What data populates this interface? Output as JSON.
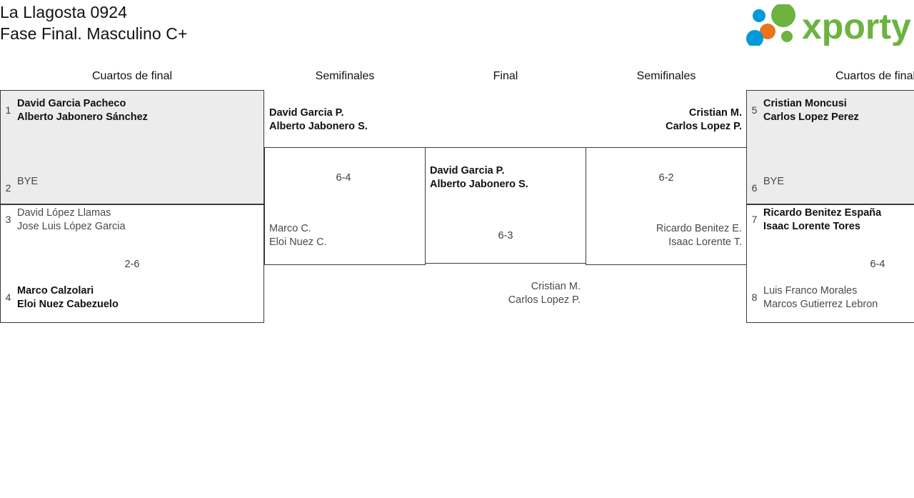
{
  "header": {
    "title_line1": "La Llagosta 0924",
    "title_line2": "Fase Final. Masculino C+",
    "logo_text": "xporty",
    "logo_colors": {
      "green": "#6CB33F",
      "blue": "#0099DC",
      "orange": "#E8741E"
    }
  },
  "columns": [
    {
      "id": "qf-left",
      "label": "Cuartos de final"
    },
    {
      "id": "sf-left",
      "label": "Semifinales"
    },
    {
      "id": "final",
      "label": "Final"
    },
    {
      "id": "sf-right",
      "label": "Semifinales"
    },
    {
      "id": "qf-right",
      "label": "Cuartos de final"
    }
  ],
  "matches": {
    "qf1": {
      "score": "",
      "top": {
        "seed": "1",
        "line1": "David Garcia Pacheco",
        "line2": "Alberto Jabonero Sánchez",
        "winner": true
      },
      "bottom": {
        "seed": "2",
        "line1": "BYE",
        "line2": "",
        "winner": false
      }
    },
    "qf2": {
      "score": "2-6",
      "top": {
        "seed": "3",
        "line1": "David López Llamas",
        "line2": "Jose Luis López Garcia",
        "winner": false
      },
      "bottom": {
        "seed": "4",
        "line1": "Marco Calzolari",
        "line2": "Eloi Nuez Cabezuelo",
        "winner": true
      }
    },
    "qf3": {
      "score": "",
      "top": {
        "seed": "5",
        "line1": "Cristian Moncusi",
        "line2": "Carlos Lopez Perez",
        "winner": true
      },
      "bottom": {
        "seed": "6",
        "line1": "BYE",
        "line2": "",
        "winner": false
      }
    },
    "qf4": {
      "score": "6-4",
      "top": {
        "seed": "7",
        "line1": "Ricardo Benitez España",
        "line2": "Isaac Lorente Tores",
        "winner": true
      },
      "bottom": {
        "seed": "8",
        "line1": "Luis Franco Morales",
        "line2": "Marcos Gutierrez Lebron",
        "winner": false
      }
    },
    "sf1": {
      "score": "6-4",
      "top": {
        "line1": "David Garcia P.",
        "line2": "Alberto Jabonero S.",
        "winner": true
      },
      "bottom": {
        "line1": "Marco C.",
        "line2": "Eloi Nuez C.",
        "winner": false
      }
    },
    "sf2": {
      "score": "6-2",
      "top": {
        "line1": "Cristian M.",
        "line2": "Carlos Lopez P.",
        "winner": true
      },
      "bottom": {
        "line1": "Ricardo Benitez E.",
        "line2": "Isaac Lorente T.",
        "winner": false
      }
    },
    "final": {
      "score": "6-3",
      "top": {
        "line1": "David Garcia P.",
        "line2": "Alberto Jabonero S.",
        "winner": true
      },
      "bottom": {
        "line1": "Cristian M.",
        "line2": "Carlos Lopez P.",
        "winner": false
      }
    }
  }
}
